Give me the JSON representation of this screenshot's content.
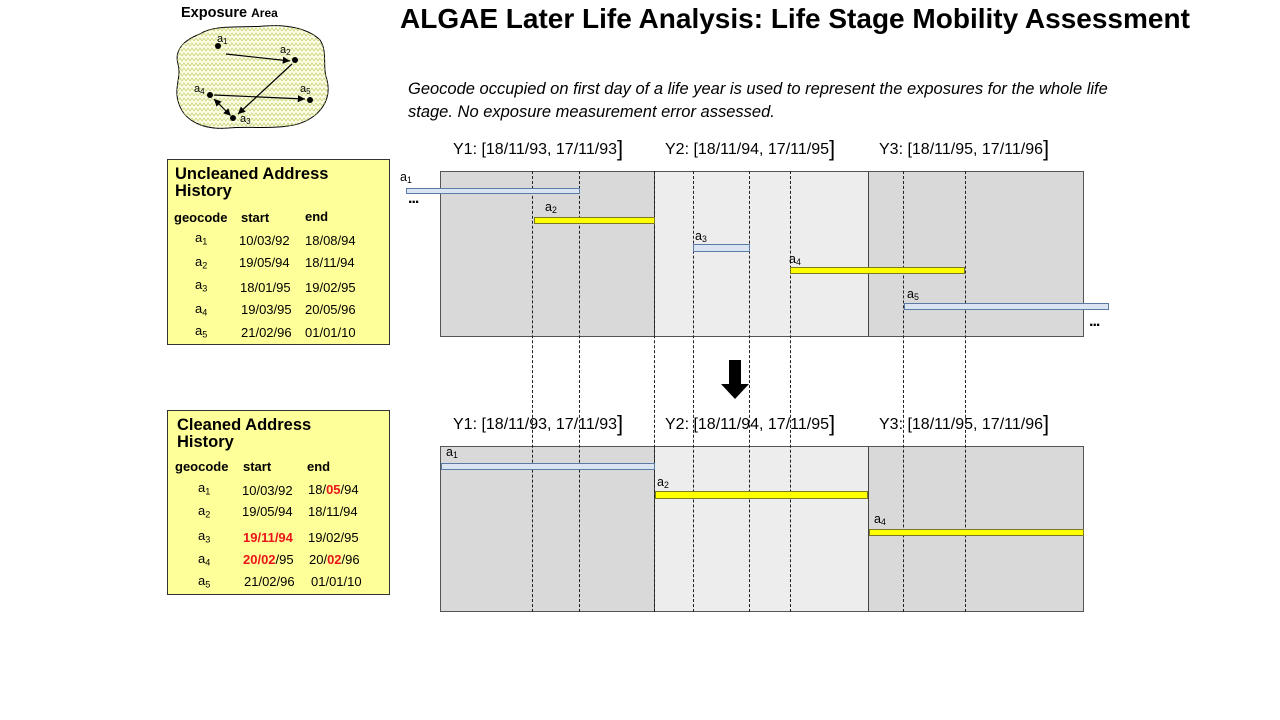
{
  "title": "ALGAE Later Life Analysis: Life Stage Mobility Assessment",
  "subtitle": "Geocode occupied on first day of a life year is used to represent the exposures for the whole life stage.  No exposure measurement error assessed.",
  "exposure_area": {
    "label_main": "Exposure",
    "label_small": "Area",
    "points": [
      "a",
      "a",
      "a",
      "a",
      "a"
    ],
    "point_subs": [
      "1",
      "2",
      "3",
      "4",
      "5"
    ]
  },
  "periods": [
    {
      "text": "Y1: [18/11/93, 17/11/93",
      "bracket": "]"
    },
    {
      "text": "Y2: [18/11/94, 17/11/95",
      "bracket": "]"
    },
    {
      "text": "Y3: [18/11/95, 17/11/96",
      "bracket": "]"
    }
  ],
  "uncleaned": {
    "title_line1": "Uncleaned Address",
    "title_line2": "History",
    "headers": {
      "geocode": "geocode",
      "start": "start",
      "end": "end"
    },
    "rows": [
      {
        "g": "a",
        "sub": "1",
        "start": "10/03/92",
        "end": "18/08/94"
      },
      {
        "g": "a",
        "sub": "2",
        "start": "19/05/94",
        "end": "18/11/94"
      },
      {
        "g": "a",
        "sub": "3",
        "start": "18/01/95",
        "end": "19/02/95"
      },
      {
        "g": "a",
        "sub": "4",
        "start": "19/03/95",
        "end": "20/05/96"
      },
      {
        "g": "a",
        "sub": "5",
        "start": "21/02/96",
        "end": "01/01/10"
      }
    ]
  },
  "cleaned": {
    "title_line1": "Cleaned Address",
    "title_line2": "History",
    "headers": {
      "geocode": "geocode",
      "start": "start",
      "end": "end"
    },
    "rows": [
      {
        "g": "a",
        "sub": "1",
        "start": "10/03/92",
        "end_pre": "18/",
        "end_red": "05",
        "end_post": "/94"
      },
      {
        "g": "a",
        "sub": "2",
        "start": "19/05/94",
        "end_pre": "18/11/94",
        "end_red": "",
        "end_post": ""
      },
      {
        "g": "a",
        "sub": "3",
        "start_red": "19/11/94",
        "start_post": "",
        "end_pre": "19/02/95",
        "end_red": "",
        "end_post": ""
      },
      {
        "g": "a",
        "sub": "4",
        "start_red": "20/02",
        "start_post": "/95",
        "end_pre": "20/",
        "end_red": "02",
        "end_post": "/96"
      },
      {
        "g": "a",
        "sub": "5",
        "start": "21/02/96",
        "end_pre": "01/01/10",
        "end_red": "",
        "end_post": ""
      }
    ]
  },
  "top_bars": [
    {
      "g": "a",
      "sub": "1",
      "color": "blue",
      "dots_after": "...",
      "dots_before": ""
    },
    {
      "g": "a",
      "sub": "2",
      "color": "yellow"
    },
    {
      "g": "a",
      "sub": "3",
      "color": "blue"
    },
    {
      "g": "a",
      "sub": "4",
      "color": "yellow"
    },
    {
      "g": "a",
      "sub": "5",
      "color": "blue",
      "dots_after": "..."
    }
  ],
  "bottom_bars": [
    {
      "g": "a",
      "sub": "1",
      "color": "blue"
    },
    {
      "g": "a",
      "sub": "2",
      "color": "yellow"
    },
    {
      "g": "a",
      "sub": "4",
      "color": "yellow"
    }
  ],
  "colors": {
    "table_bg": "#ffff99",
    "year_dark": "#d9d9d9",
    "year_light": "#ededed",
    "bar_blue": "#dbe5f1",
    "bar_yellow": "#ffff00",
    "highlight_red": "#e8151b"
  },
  "icons": {
    "arrow": "down-arrow-icon"
  }
}
